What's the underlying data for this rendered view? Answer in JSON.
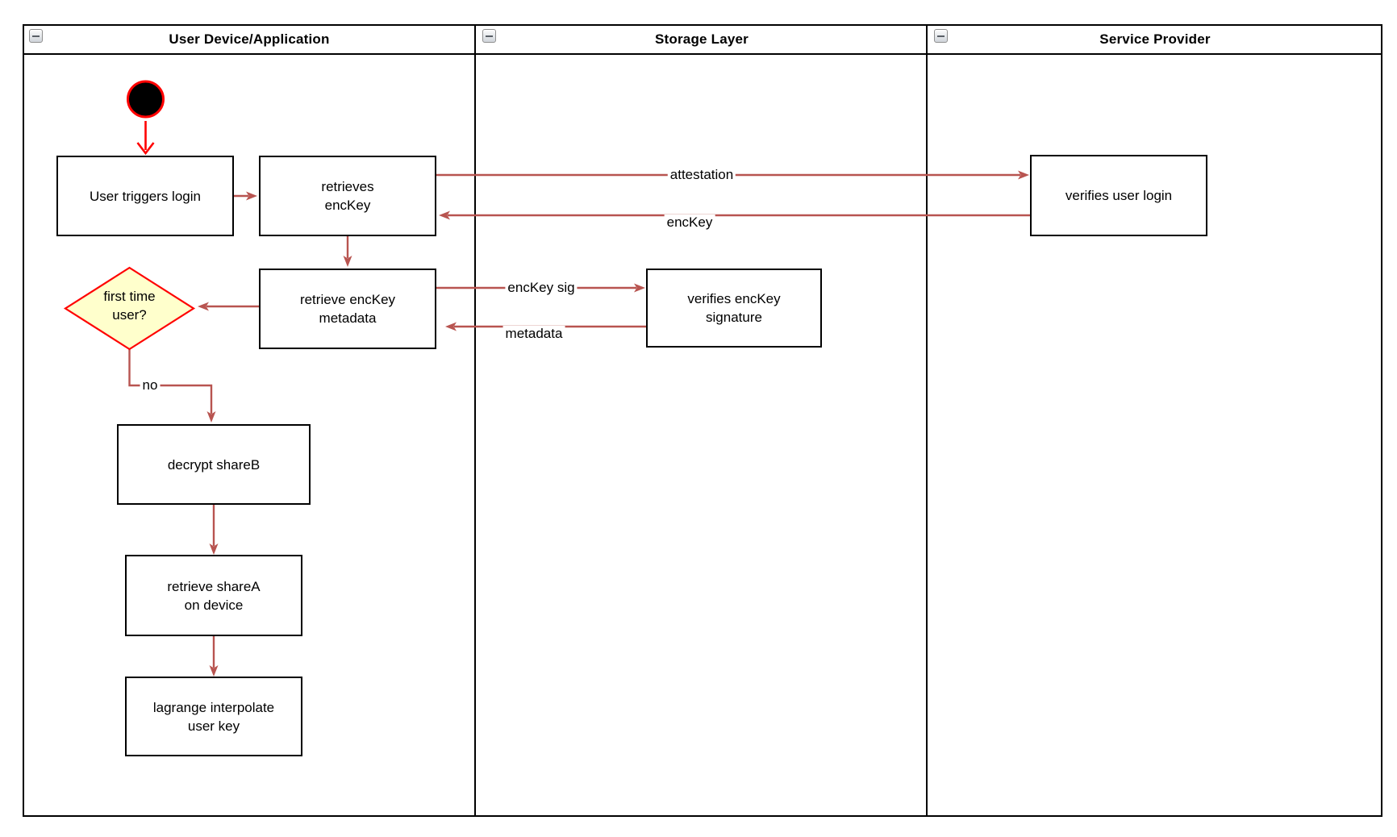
{
  "diagram": {
    "lanes": [
      {
        "title": "User Device/Application"
      },
      {
        "title": "Storage Layer"
      },
      {
        "title": "Service Provider"
      }
    ],
    "nodes": {
      "user_triggers_login": "User triggers login",
      "retrieves_enckey": "retrieves\nencKey",
      "verifies_user_login": "verifies user login",
      "retrieve_enckey_metadata": "retrieve encKey\nmetadata",
      "verifies_enckey_signature": "verifies encKey\nsignature",
      "first_time_user": "first time\nuser?",
      "decrypt_shareb": "decrypt shareB",
      "retrieve_sharea": "retrieve shareA\non device",
      "lagrange_interpolate": "lagrange interpolate\nuser key"
    },
    "edge_labels": {
      "attestation": "attestation",
      "enckey": "encKey",
      "enckey_sig": "encKey sig",
      "metadata": "metadata",
      "no": "no"
    },
    "colors": {
      "edge": "#b85450",
      "start_edge": "#ff0000",
      "decision_fill": "#ffffcc",
      "decision_stroke": "#ff0000",
      "node_border": "#000000",
      "start_fill": "#000000"
    }
  }
}
